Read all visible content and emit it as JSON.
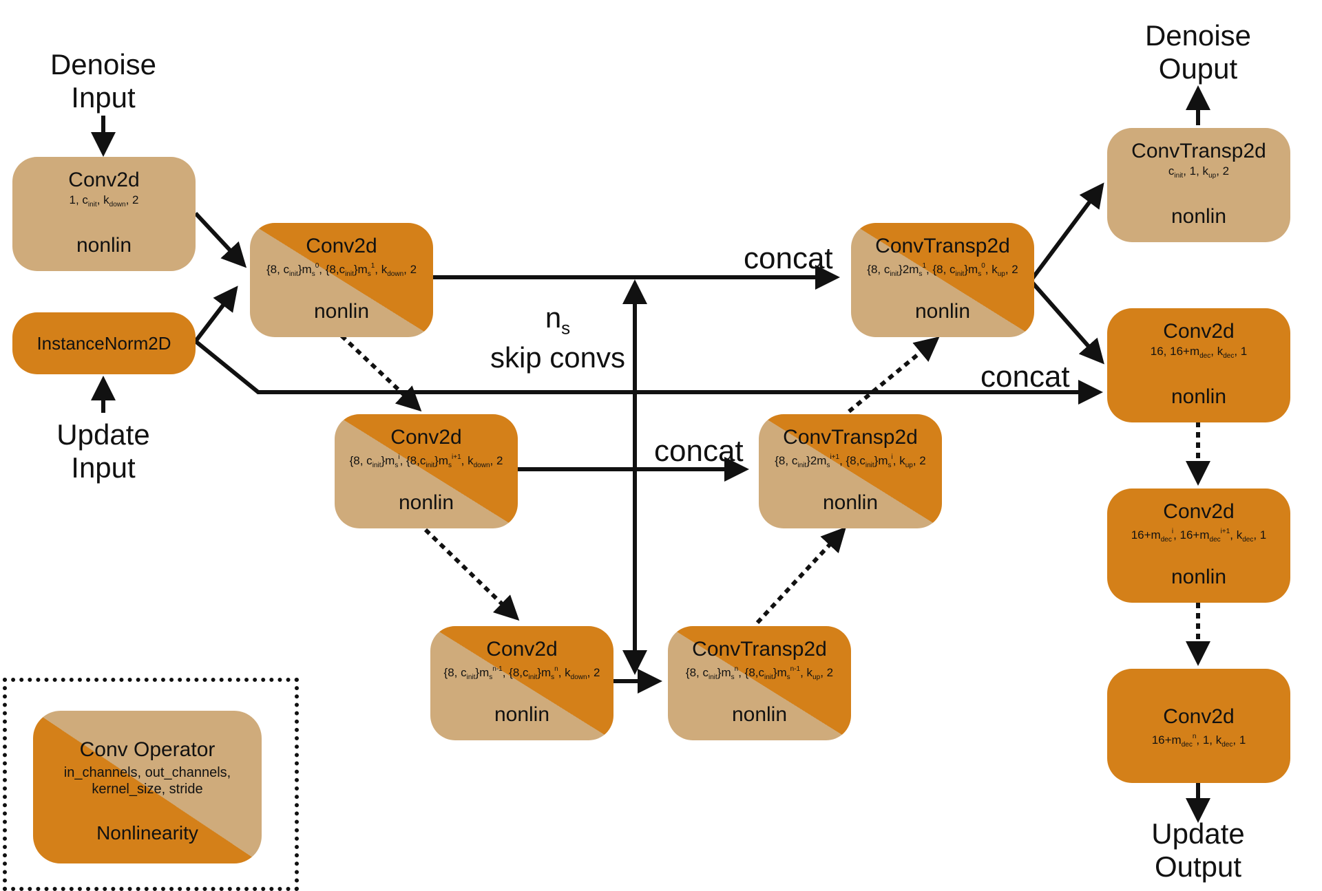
{
  "inputs": {
    "denoise": [
      "Denoise",
      "Input"
    ],
    "update": [
      "Update",
      "Input"
    ]
  },
  "outputs": {
    "denoise": [
      "Denoise",
      "Ouput"
    ],
    "update": [
      "Update",
      "Output"
    ]
  },
  "labels": {
    "concat": "concat",
    "skip_n": "n",
    "skip_sub": "s",
    "skip_text": "skip convs"
  },
  "nodes": {
    "enc_init": {
      "title": "Conv2d",
      "nonlin": "nonlin"
    },
    "instnorm": {
      "title": "InstanceNorm2D"
    },
    "enc0": {
      "title": "Conv2d",
      "nonlin": "nonlin"
    },
    "enc_i": {
      "title": "Conv2d",
      "nonlin": "nonlin"
    },
    "enc_n": {
      "title": "Conv2d",
      "nonlin": "nonlin"
    },
    "dec0": {
      "title": "ConvTransp2d",
      "nonlin": "nonlin"
    },
    "dec_i": {
      "title": "ConvTransp2d",
      "nonlin": "nonlin"
    },
    "dec_n": {
      "title": "ConvTransp2d",
      "nonlin": "nonlin"
    },
    "den_out": {
      "title": "ConvTransp2d",
      "nonlin": "nonlin"
    },
    "up_first": {
      "title": "Conv2d",
      "nonlin": "nonlin"
    },
    "up_mid": {
      "title": "Conv2d",
      "nonlin": "nonlin"
    },
    "up_last": {
      "title": "Conv2d"
    }
  },
  "params": {
    "enc_init": [
      "1, c",
      "init",
      ", k",
      "down",
      ",  2"
    ],
    "enc0": [
      "{8, c",
      "init",
      "}m",
      "s",
      "0",
      ", {8,c",
      "init",
      "}m",
      "s",
      "1",
      ", k",
      "down",
      ",  2"
    ],
    "enc_i": [
      "{8, c",
      "init",
      "}m",
      "s",
      "i",
      ", {8,c",
      "init",
      "}m",
      "s",
      "i+1",
      ", k",
      "down",
      ",  2"
    ],
    "enc_n": [
      "{8, c",
      "init",
      "}m",
      "s",
      "n-1",
      ", {8,c",
      "init",
      "}m",
      "s",
      "n",
      ", k",
      "down",
      ",  2"
    ],
    "dec0": [
      "{8, c",
      "init",
      "}2m",
      "s",
      "1",
      ", {8, c",
      "init",
      "}m",
      "s",
      "0",
      ", k",
      "up",
      ", 2"
    ],
    "dec_i": [
      "{8, c",
      "init",
      "}2m",
      "s",
      "i+1",
      ", {8,c",
      "init",
      "}m",
      "s",
      "i",
      ", k",
      "up",
      ",  2"
    ],
    "dec_n": [
      "{8, c",
      "init",
      "}m",
      "s",
      "n",
      ", {8,c",
      "init",
      "}m",
      "s",
      "n-1",
      ", k",
      "up",
      ",  2"
    ],
    "den_out": [
      "c",
      "init",
      ", 1, k",
      "up",
      ",  2"
    ],
    "up_first": [
      "16, 16+m",
      "dec",
      ", k",
      "dec",
      ", 1"
    ],
    "up_mid": [
      "16+m",
      "dec",
      "i",
      ", 16+m",
      "dec",
      "i+1",
      ", k",
      "dec",
      ", 1"
    ],
    "up_last": [
      "16+m",
      "dec",
      "n",
      ", 1, k",
      "dec",
      ", 1"
    ]
  },
  "legend": {
    "title": "Conv Operator",
    "params_line1": "in_channels, out_channels,",
    "params_line2": "kernel_size,  stride",
    "nonlin": "Nonlinearity"
  },
  "colors": {
    "tan": "#cfab7b",
    "orange": "#d48019",
    "stroke": "#111111"
  }
}
